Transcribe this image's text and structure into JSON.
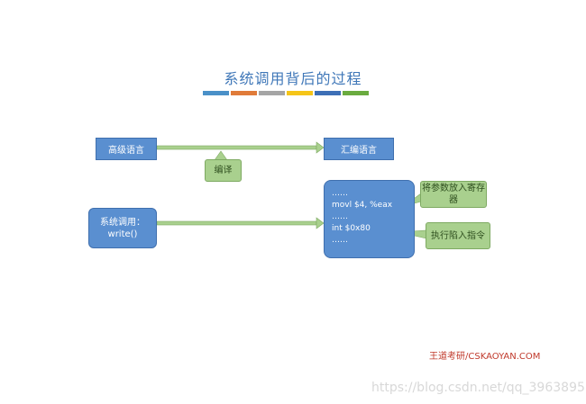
{
  "title": "系统调用背后的过程",
  "title_bar_colors": [
    "#4a90c8",
    "#e07b39",
    "#a5a5a5",
    "#f5c518",
    "#3d6fb6",
    "#6aab3f"
  ],
  "boxes": {
    "high_level_lang": "高级语言",
    "assembly_lang": "汇编语言",
    "syscall_line1": "系统调用：",
    "syscall_line2": "write()"
  },
  "code_lines": [
    "……",
    "movl $4, %eax",
    "……",
    "int $0x80",
    "……"
  ],
  "callouts": {
    "compile": "编译",
    "put_params": "将参数放入寄存器",
    "execute_trap": "执行陷入指令"
  },
  "colors": {
    "box_blue": "#5a8fd0",
    "arrow_green": "#a9d08e",
    "callout_green": "#a9d08e",
    "title_blue": "#3f77b8"
  },
  "watermark": {
    "brand": "王道考研/CSKAOYAN.COM",
    "url": "https://blog.csdn.net/qq_39638957"
  }
}
